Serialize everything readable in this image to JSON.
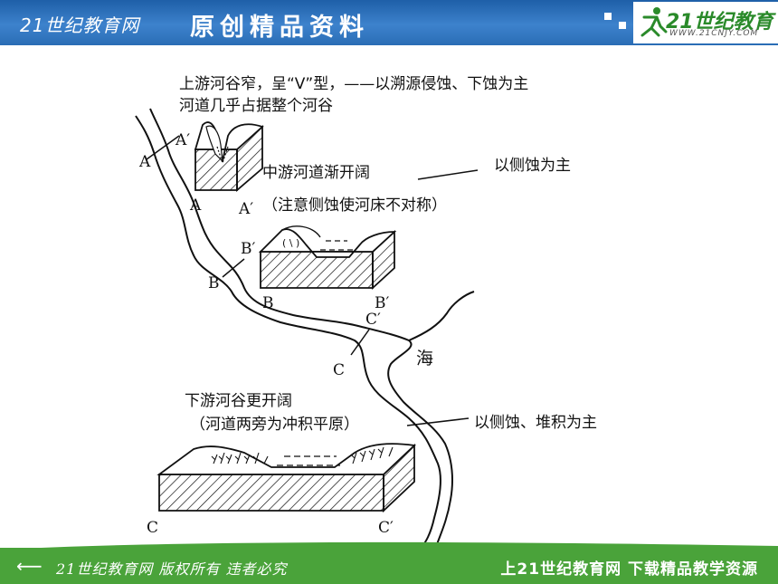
{
  "header": {
    "site_name": "21世纪教育网",
    "banner_title": "原创精品资料",
    "logo_text": "21世纪教育",
    "logo_url": "WWW.21CNJY.COM"
  },
  "footer": {
    "back_arrow": "⟵",
    "copyright": "21世纪教育网  版权所有 违者必究",
    "slogan": "上21世纪教育网 下载精品教学资源"
  },
  "diagram": {
    "upper": {
      "line1": "上游河谷窄，呈“V”型，——以溯源侵蚀、下蚀为主",
      "line2": "河道几乎占据整个河谷",
      "point_left": "A",
      "point_right": "A′",
      "block_left": "A",
      "block_right": "A′"
    },
    "middle": {
      "line1": "中游河道渐开阔",
      "line2": "（注意侧蚀使河床不对称）",
      "callout": "以侧蚀为主",
      "point_left": "B",
      "point_right": "B′",
      "block_left": "B",
      "block_right": "B′"
    },
    "lower": {
      "line1": "下游河谷更开阔",
      "line2": "（河道两旁为冲积平原）",
      "callout": "以侧蚀、堆积为主",
      "point_left": "C",
      "point_right": "C′",
      "block_left": "C",
      "block_right": "C′"
    },
    "sea_label": "海"
  }
}
